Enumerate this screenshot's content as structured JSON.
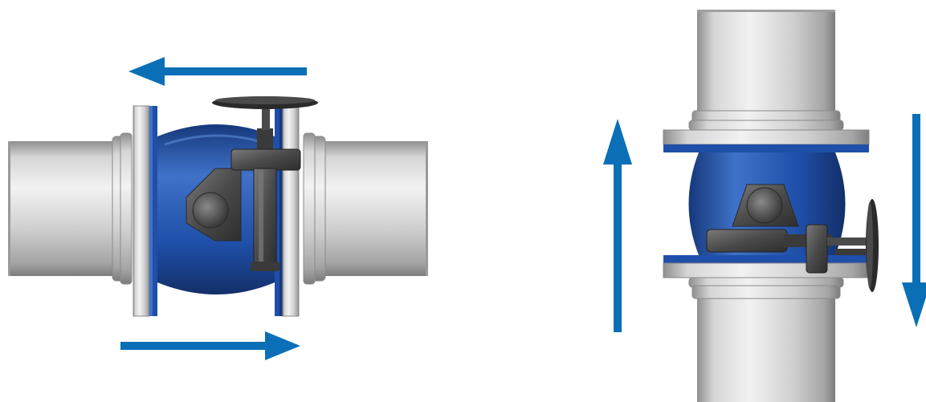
{
  "colors": {
    "background": "#ffffff",
    "arrow": "#0a6fb7",
    "valve_body": "#1f4fa8",
    "valve_body_dark": "#16387b",
    "valve_body_light": "#3f72c8",
    "pipe_light": "#e8e8e8",
    "pipe_mid": "#c3c3c3",
    "pipe_dark": "#8f8f8f",
    "pipe_edge": "#6b6b6b",
    "handwheel": "#2a2a2a",
    "bonnet": "#4a4a4a",
    "bonnet_light": "#6f6f6f"
  },
  "illustrations": [
    {
      "name": "horizontal-installation",
      "orientation": "horizontal",
      "flow_arrows": [
        "left",
        "right"
      ]
    },
    {
      "name": "vertical-installation",
      "orientation": "vertical",
      "flow_arrows": [
        "up",
        "down"
      ]
    }
  ],
  "icons": [
    "arrow-left-icon",
    "arrow-right-icon",
    "arrow-up-icon",
    "arrow-down-icon",
    "handwheel-icon"
  ]
}
